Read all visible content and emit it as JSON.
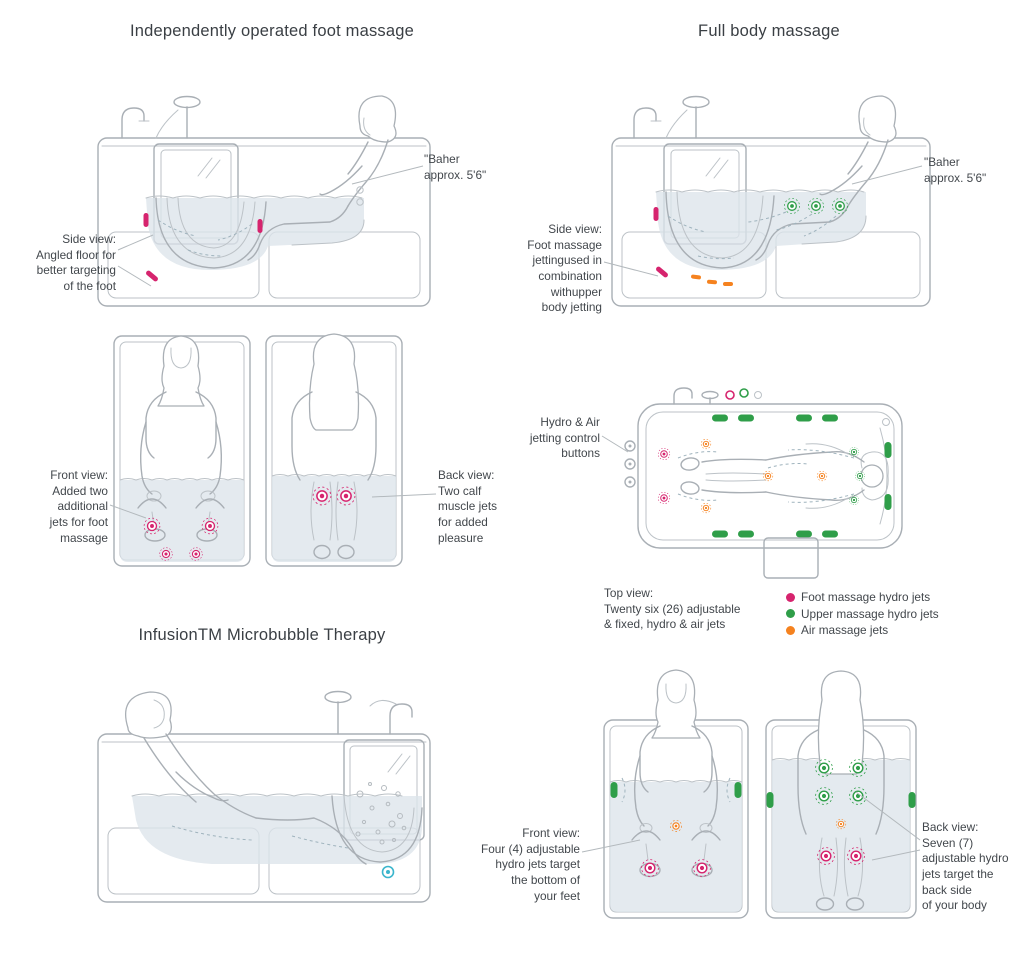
{
  "page": {
    "bg": "#ffffff"
  },
  "colors": {
    "foot_jet": "#d6246e",
    "upper_jet": "#2f9e49",
    "air_jet": "#f5821f",
    "microbubble_jet": "#3ab5cc",
    "line_art": "#a9afb5",
    "water": "#dce4ea",
    "text": "#42474c"
  },
  "sections": {
    "foot_massage": {
      "title": "Independently operated foot massage",
      "bather_note": "\"Baher\napprox. 5'6\"",
      "side_view_note": "Side view:\nAngled floor for\nbetter targeting\nof the foot",
      "front_view_note": "Front view:\nAdded two\nadditional\njets for foot\nmassage",
      "back_view_note": "Back view:\nTwo calf\nmuscle jets\nfor added\npleasure"
    },
    "full_body": {
      "title": "Full body massage",
      "bather_note": "\"Baher\napprox. 5'6\"",
      "side_view_note": "Side view:\nFoot massage\njettingused in\ncombination\nwithupper\nbody jetting",
      "controls_note": "Hydro & Air\njetting control\nbuttons",
      "top_view_note": "Top view:\nTwenty six (26) adjustable\n& fixed, hydro & air jets",
      "front_view_note": "Front view:\nFour (4) adjustable\nhydro jets target\nthe bottom of\nyour feet",
      "back_view_note": "Back view:\nSeven (7)\nadjustable hydro\njets target the\nback side\nof your body",
      "legend": [
        {
          "label": "Foot massage hydro jets",
          "color": "#d6246e"
        },
        {
          "label": "Upper massage hydro jets",
          "color": "#2f9e49"
        },
        {
          "label": "Air massage jets",
          "color": "#f5821f"
        }
      ]
    },
    "microbubble": {
      "title": "InfusionTM Microbubble Therapy"
    }
  }
}
